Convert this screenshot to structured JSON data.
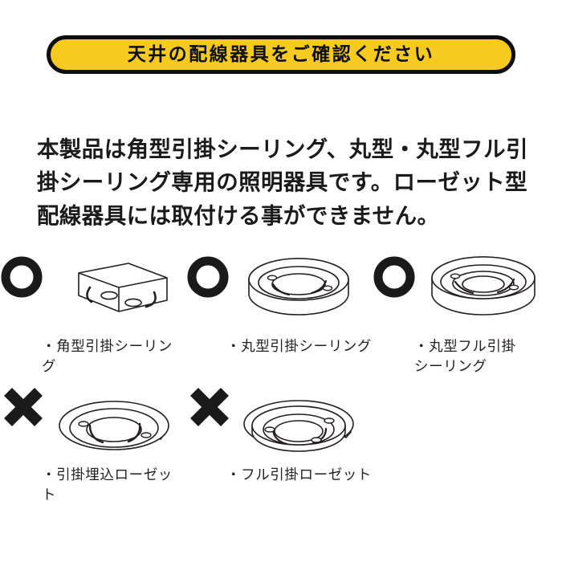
{
  "banner": {
    "title": "天井の配線器具をご確認ください",
    "bg_color": "#f7ca20",
    "border_color": "#0d0d0d"
  },
  "intro": {
    "text": "本製品は角型引掛シーリング、丸型・丸型フル引掛シーリング専用の照明器具です。ローゼット型配線器具には取付ける事ができません。"
  },
  "compatible_row": {
    "mark": "circle-mark",
    "items": [
      {
        "label": "・角型引掛シーリング",
        "illustration": "square-hooking-ceiling-rosette"
      },
      {
        "label": "・丸型引掛シーリング",
        "illustration": "round-hooking-ceiling-rosette"
      },
      {
        "label": "・丸型フル引掛\nシーリング",
        "illustration": "round-full-hooking-ceiling-rosette"
      }
    ]
  },
  "incompatible_row": {
    "mark": "cross-mark",
    "items": [
      {
        "label": "・引掛埋込ローゼット",
        "illustration": "embedded-hooking-rosette"
      },
      {
        "label": "・フル引掛ローゼット",
        "illustration": "full-hooking-rosette"
      }
    ]
  }
}
